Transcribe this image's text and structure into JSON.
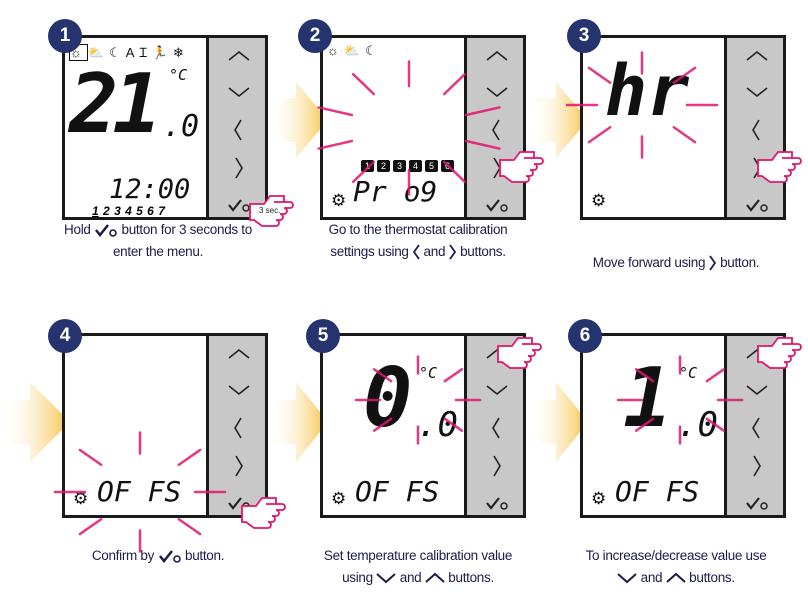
{
  "steps": [
    {
      "number": "1",
      "screen": {
        "mode_icons": [
          "sun-icon",
          "cloud-sun-icon",
          "moon-icon",
          "A",
          "cocktail-icon",
          "running-icon",
          "snowflake-icon"
        ],
        "temp_main": "21",
        "temp_decimal": ".0",
        "unit": "°C",
        "time": "12:00",
        "days": [
          "1",
          "2",
          "3",
          "4",
          "5",
          "6",
          "7"
        ],
        "hand_label": "3 sec."
      },
      "caption": {
        "part1": "Hold",
        "part2": "button for 3 seconds to",
        "line2": "enter the menu."
      }
    },
    {
      "number": "2",
      "screen": {
        "mode_icons": [
          "sun-icon",
          "cloud-sun-icon",
          "moon-icon"
        ],
        "program_numbers": [
          "1",
          "2",
          "3",
          "4",
          "5",
          "6"
        ],
        "display": "Pr o9"
      },
      "caption": {
        "line1": "Go to the thermostat calibration",
        "part1": "settings using",
        "part2": "and",
        "part3": "buttons."
      }
    },
    {
      "number": "3",
      "screen": {
        "display": "hr"
      },
      "caption": {
        "part1": "Move forward using",
        "part2": "button."
      }
    },
    {
      "number": "4",
      "screen": {
        "display": "OF FS"
      },
      "caption": {
        "part1": "Confirm by",
        "part2": "button."
      }
    },
    {
      "number": "5",
      "screen": {
        "temp_main": "0",
        "temp_decimal": ".0",
        "unit": "°C",
        "display": "OF FS"
      },
      "caption": {
        "line1": "Set temperature calibration value",
        "part1": "using",
        "part2": "and",
        "part3": "buttons."
      }
    },
    {
      "number": "6",
      "screen": {
        "temp_main": "1",
        "temp_decimal": ".0",
        "unit": "°C",
        "display": "OF FS"
      },
      "caption": {
        "line1": "To increase/decrease value use",
        "part2": "and",
        "part3": "buttons."
      }
    }
  ],
  "colors": {
    "badge": "#25346e",
    "ray": "#e0156f",
    "bar": "#c8c8c8",
    "caption": "#1c1c4a",
    "arrow": "#f7c948"
  }
}
